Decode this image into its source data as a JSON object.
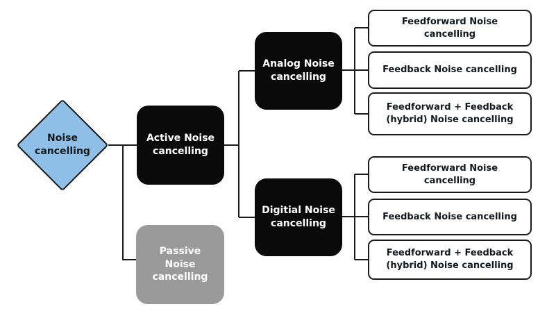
{
  "colors": {
    "background": "#FFFFFF",
    "diamond-fill": "#8FBFE6",
    "node-black": "#0A0A0A",
    "node-gray": "#9A9A9A",
    "node-text-light": "#FFFFFF",
    "leaf-bg": "#FFFFFF",
    "line": "#1A1A1A",
    "text-dark": "#14191E"
  },
  "diagram": {
    "root": {
      "label": "Noise cancelling"
    },
    "active": {
      "label": "Active Noise cancelling"
    },
    "passive": {
      "label": "Passive Noise cancelling"
    },
    "analog": {
      "label": "Analog Noise cancelling"
    },
    "digital": {
      "label": "Digitial Noise cancelling"
    },
    "analog_children": [
      {
        "label": "Feedforward Noise cancelling"
      },
      {
        "label": "Feedback Noise cancelling"
      },
      {
        "label": "Feedforward + Feedback (hybrid) Noise cancelling"
      }
    ],
    "digital_children": [
      {
        "label": "Feedforward Noise cancelling"
      },
      {
        "label": "Feedback Noise cancelling"
      },
      {
        "label": "Feedforward + Feedback (hybrid) Noise cancelling"
      }
    ]
  }
}
